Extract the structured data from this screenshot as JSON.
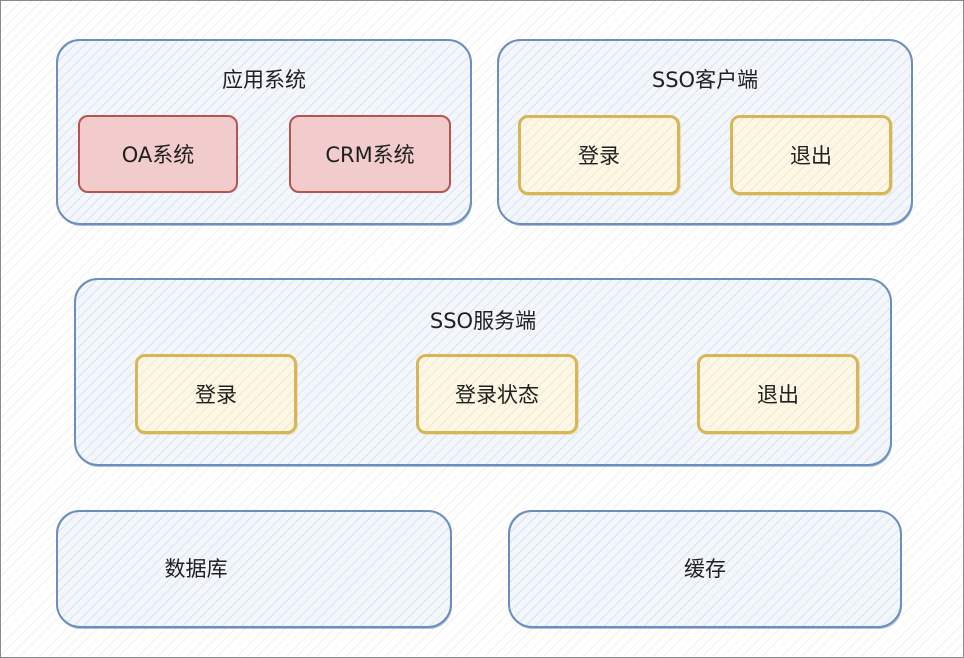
{
  "groups": {
    "app": {
      "title": "应用系统",
      "nodes": [
        "OA系统",
        "CRM系统"
      ]
    },
    "client": {
      "title": "SSO客户端",
      "nodes": [
        "登录",
        "退出"
      ]
    },
    "server": {
      "title": "SSO服务端",
      "nodes": [
        "登录",
        "登录状态",
        "退出"
      ]
    },
    "database": {
      "title": "数据库"
    },
    "cache": {
      "title": "缓存"
    }
  },
  "colors": {
    "group_border": "#6c8ebf",
    "red_fill": "#f2cccc",
    "red_border": "#b85450",
    "yellow_fill": "#fcf7e6",
    "yellow_border": "#d6b656"
  }
}
